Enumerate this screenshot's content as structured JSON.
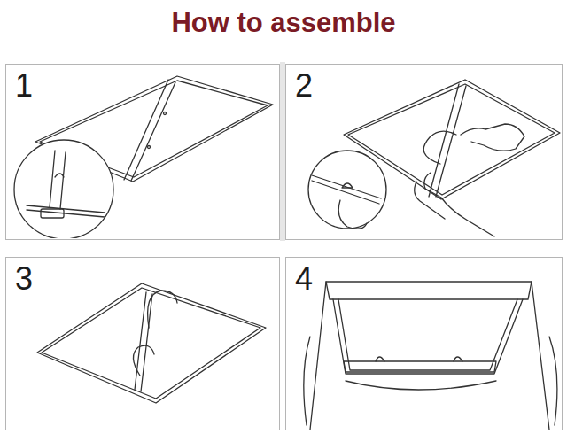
{
  "diagram": {
    "title": "How to assemble",
    "nodes": [
      {
        "text": [
          "1"
        ]
      },
      {
        "text": [
          "2"
        ]
      },
      {
        "text": [
          "3"
        ]
      },
      {
        "text": [
          "4"
        ]
      }
    ]
  }
}
